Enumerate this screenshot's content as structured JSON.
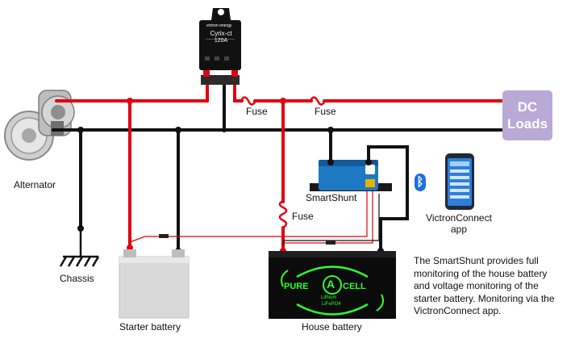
{
  "labels": {
    "alternator": "Alternator",
    "chassis": "Chassis",
    "starter_battery": "Starter battery",
    "house_battery": "House battery",
    "smartshunt": "SmartShunt",
    "fuse_1": "Fuse",
    "fuse_2": "Fuse",
    "fuse_3": "Fuse",
    "dc_loads_line1": "DC",
    "dc_loads_line2": "Loads",
    "victronconnect_line1": "VictronConnect",
    "victronconnect_line2": "app"
  },
  "cyrix": {
    "brand": "victron energy",
    "model": "Cyrix-ct",
    "rating": "120A"
  },
  "house_battery_logo": {
    "left": "PURE",
    "center": "A",
    "right": "CELL",
    "sub1": "Lithium",
    "sub2": "LiFePO4"
  },
  "description": "The SmartShunt provides full\nmonitoring of the house battery\nand voltage monitoring of the\nstarter battery. Monitoring via the\nVictronConnect app.",
  "colors": {
    "positive_wire": "#e3000f",
    "negative_wire": "#111111",
    "dc_loads": "#b9a9d4",
    "house_battery_body": "#0b0b0b",
    "house_battery_logo": "#2cff2c",
    "starter_battery_body": "#d9d9d9",
    "smartshunt_body": "#1d79c4",
    "bluetooth": "#1f6fe0"
  },
  "icons": [
    "alternator-icon",
    "chassis-ground-icon",
    "bluetooth-icon",
    "phone-icon",
    "fuse-icon"
  ]
}
